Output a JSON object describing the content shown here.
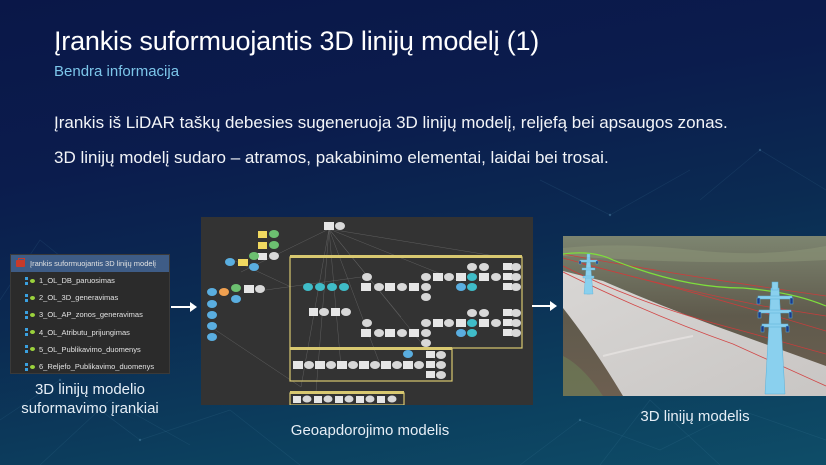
{
  "slide": {
    "title": "Įrankis suformuojantis 3D linijų modelį (1)",
    "subtitle": "Bendra informacija",
    "body_lines": [
      "Įrankis iš LiDAR taškų debesies sugeneruoja 3D linijų modelį, reljefą bei apsaugos zonas.",
      "3D linijų modelį sudaro – atramos, pakabinimo elementai, laidai bei trosai."
    ],
    "colors": {
      "title": "#ffffff",
      "subtitle": "#7cc6ea",
      "background_top": "#0a1748",
      "background_bottom": "#0e4d68"
    }
  },
  "toolbox": {
    "root": {
      "label": "Įrankis suformuojantis 3D linijų modelį",
      "icon": "toolbox-icon"
    },
    "items": [
      {
        "label": "1_OL_DB_paruosimas",
        "icon": "model-icon"
      },
      {
        "label": "2_OL_3D_generavimas",
        "icon": "model-icon"
      },
      {
        "label": "3_OL_AP_zonos_generavimas",
        "icon": "model-icon"
      },
      {
        "label": "4_OL_Atributu_prijungimas",
        "icon": "model-icon"
      },
      {
        "label": "5_OL_Publikavimo_duomenys",
        "icon": "model-icon"
      },
      {
        "label": "6_Reljefo_Publikavimo_duomenys",
        "icon": "model-icon"
      }
    ],
    "caption_line1": "3D linijų modelio",
    "caption_line2": "suformavimo įrankiai"
  },
  "geoprocessing_model": {
    "caption": "Geoapdorojimo modelis",
    "node_colors": {
      "process": "#e8e8e8",
      "variable": "#d9d9d9",
      "input_blue": "#5aaee0",
      "teal": "#3fbcc8",
      "green": "#6cc070",
      "yellow": "#f0d860",
      "orange": "#f0a050",
      "group_border": "#d8c870"
    }
  },
  "scene_3d": {
    "caption": "3D linijų modelis"
  },
  "arrows": [
    {
      "icon": "arrow-right-icon"
    },
    {
      "icon": "arrow-right-icon"
    }
  ]
}
